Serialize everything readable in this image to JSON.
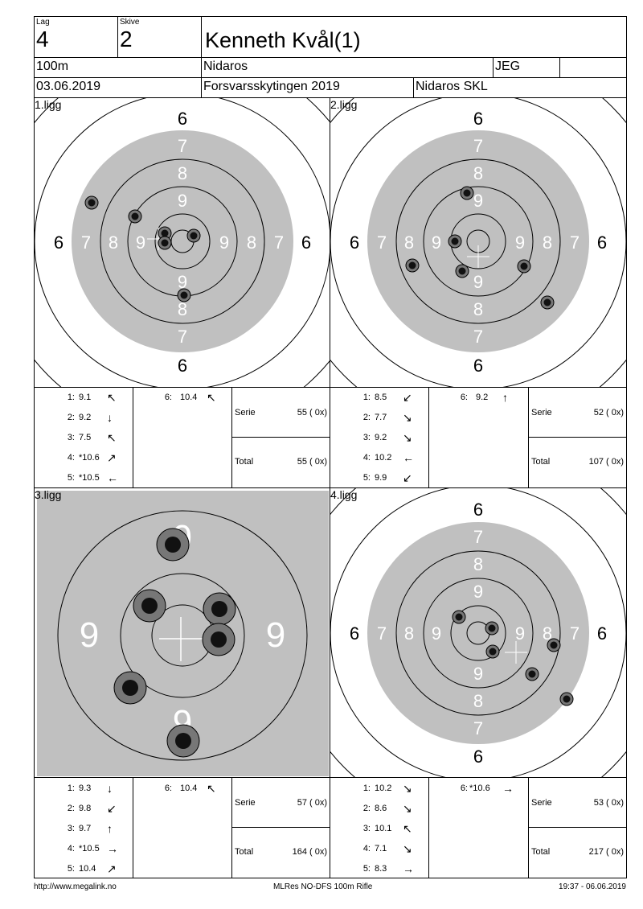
{
  "header": {
    "lag_label": "Lag",
    "lag_value": "4",
    "skive_label": "Skive",
    "skive_value": "2",
    "shooter_name": "Kenneth Kvål(1)",
    "distance": "100m",
    "club": "Nidaros",
    "class": "JEG",
    "extra": "",
    "date": "03.06.2019",
    "event": "Forsvarsskytingen 2019",
    "organizer": "Nidaros SKL"
  },
  "targets": [
    {
      "title": "1.ligg",
      "shots": [
        {
          "n": "1:",
          "v": "9.1",
          "a": "↖"
        },
        {
          "n": "2:",
          "v": "9.2",
          "a": "↓"
        },
        {
          "n": "3:",
          "v": "7.5",
          "a": "↖"
        },
        {
          "n": "4:",
          "v": "*10.6",
          "a": "↗"
        },
        {
          "n": "5:",
          "v": "*10.5",
          "a": "←"
        }
      ],
      "extra_shot": {
        "n": "6:",
        "v": "10.4",
        "a": "↖"
      },
      "serie_label": "Serie",
      "serie_value": "55 ( 0x)",
      "total_label": "Total",
      "total_value": "55 ( 0x)"
    },
    {
      "title": "2.ligg",
      "shots": [
        {
          "n": "1:",
          "v": "8.5",
          "a": "↙"
        },
        {
          "n": "2:",
          "v": "7.7",
          "a": "↘"
        },
        {
          "n": "3:",
          "v": "9.2",
          "a": "↘"
        },
        {
          "n": "4:",
          "v": "10.2",
          "a": "←"
        },
        {
          "n": "5:",
          "v": "9.9",
          "a": "↙"
        }
      ],
      "extra_shot": {
        "n": "6:",
        "v": "9.2",
        "a": "↑"
      },
      "serie_label": "Serie",
      "serie_value": "52 ( 0x)",
      "total_label": "Total",
      "total_value": "107 ( 0x)"
    },
    {
      "title": "3.ligg",
      "shots": [
        {
          "n": "1:",
          "v": "9.3",
          "a": "↓"
        },
        {
          "n": "2:",
          "v": "9.8",
          "a": "↙"
        },
        {
          "n": "3:",
          "v": "9.7",
          "a": "↑"
        },
        {
          "n": "4:",
          "v": "*10.5",
          "a": "→"
        },
        {
          "n": "5:",
          "v": "10.4",
          "a": "↗"
        }
      ],
      "extra_shot": {
        "n": "6:",
        "v": "10.4",
        "a": "↖"
      },
      "serie_label": "Serie",
      "serie_value": "57 ( 0x)",
      "total_label": "Total",
      "total_value": "164 ( 0x)"
    },
    {
      "title": "4.ligg",
      "shots": [
        {
          "n": "1:",
          "v": "10.2",
          "a": "↘"
        },
        {
          "n": "2:",
          "v": "8.6",
          "a": "↘"
        },
        {
          "n": "3:",
          "v": "10.1",
          "a": "↖"
        },
        {
          "n": "4:",
          "v": "7.1",
          "a": "↘"
        },
        {
          "n": "5:",
          "v": "8.3",
          "a": "→"
        }
      ],
      "extra_shot": {
        "n": "6:",
        "v": "*10.6",
        "a": "→"
      },
      "serie_label": "Serie",
      "serie_value": "53 ( 0x)",
      "total_label": "Total",
      "total_value": "217 ( 0x)"
    }
  ],
  "ring_labels": {
    "r6": "6",
    "r7": "7",
    "r8": "8",
    "r9": "9"
  },
  "footer": {
    "url": "http://www.megalink.no",
    "system": "MLRes NO-DFS 100m Rifle",
    "printed": "19:37 - 06.06.2019"
  },
  "colors": {
    "target_gray": "#c0c0c0",
    "shot_dark": "#222222",
    "shot_halo": "#777777"
  }
}
